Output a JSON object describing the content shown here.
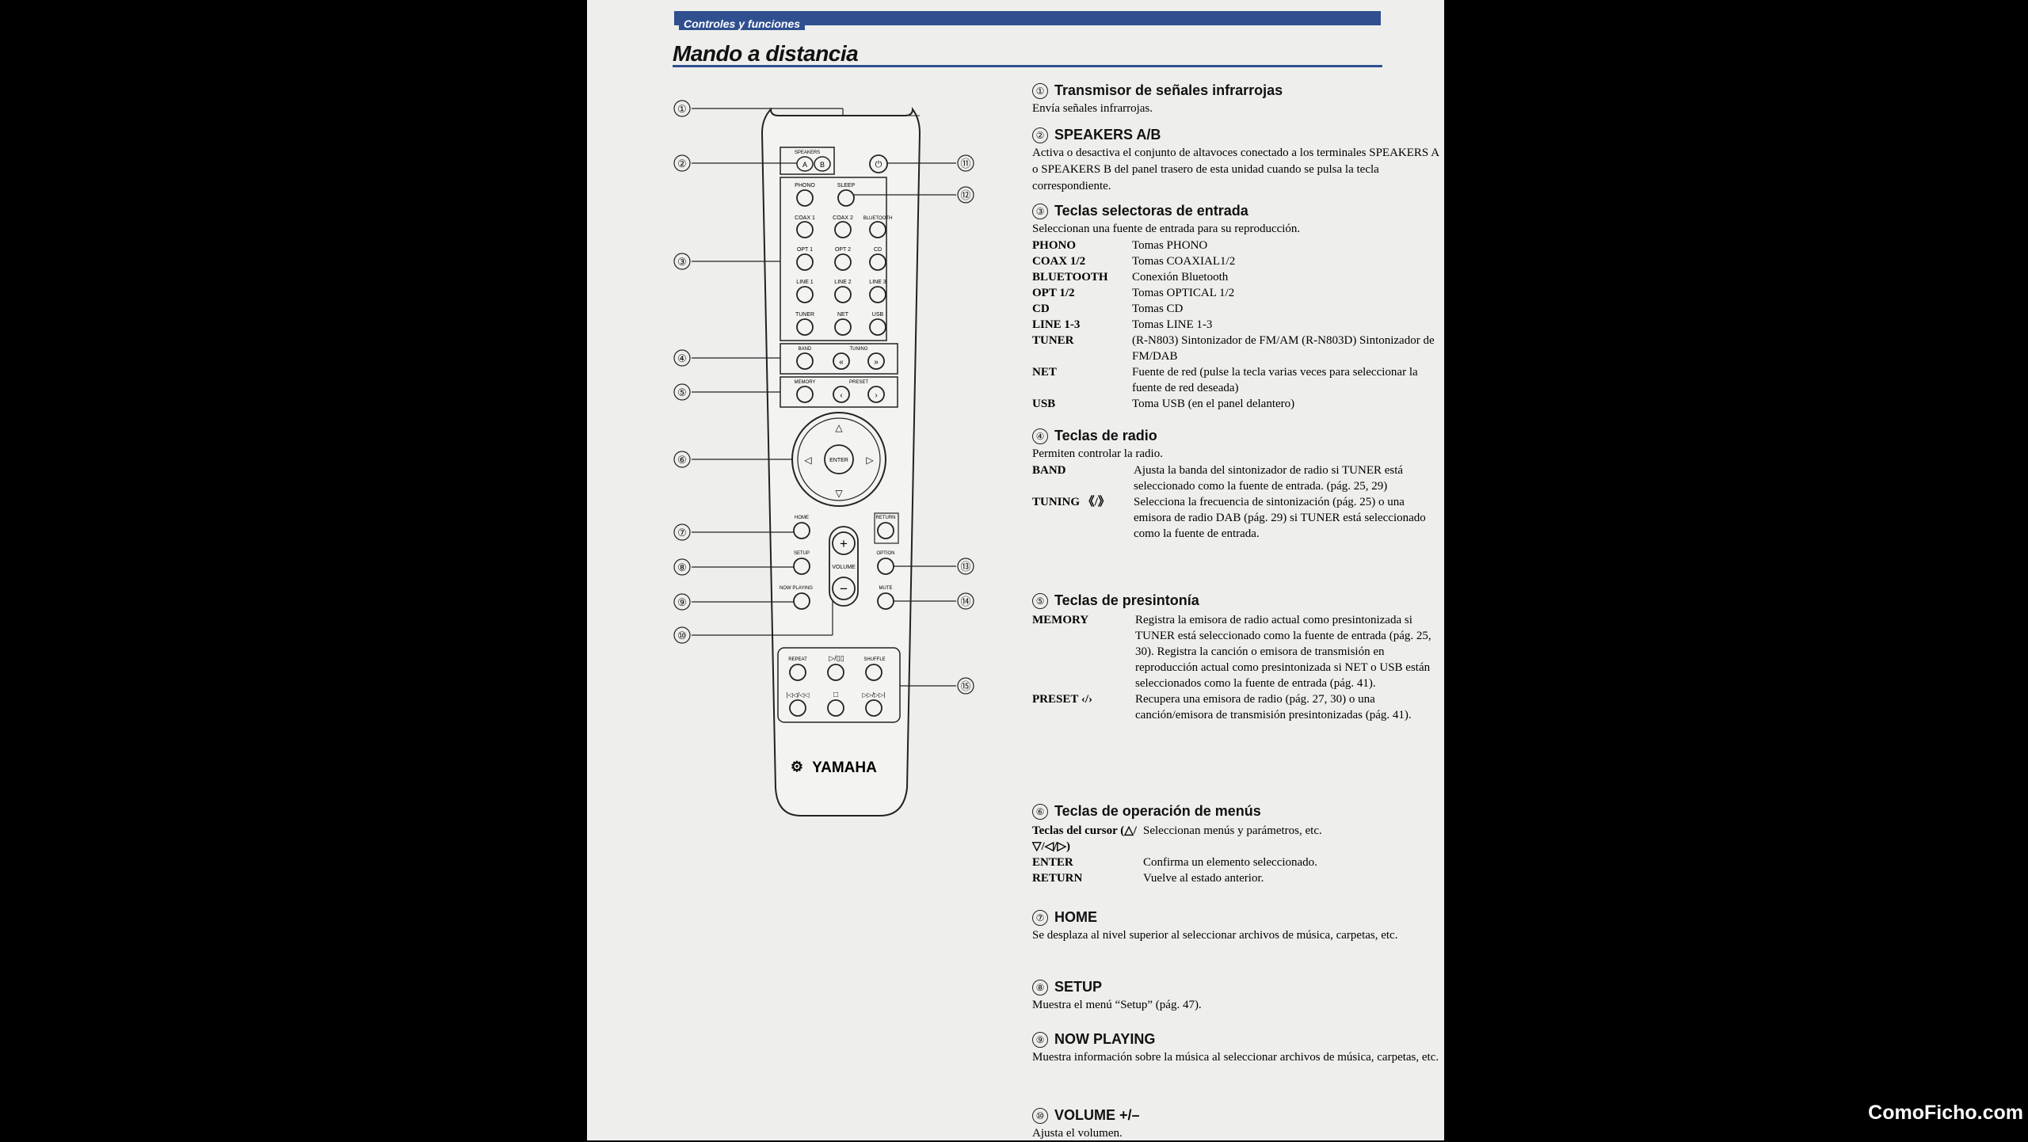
{
  "header": {
    "section": "Controles y funciones",
    "title": "Mando a distancia"
  },
  "remote": {
    "callouts": [
      "①",
      "②",
      "③",
      "④",
      "⑤",
      "⑥",
      "⑦",
      "⑧",
      "⑨",
      "⑩",
      "⑪",
      "⑫",
      "⑬",
      "⑭",
      "⑮"
    ],
    "speakers_label": "SPEAKERS",
    "speaker_a": "A",
    "speaker_b": "B",
    "inputs": [
      "PHONO",
      "COAX 1",
      "COAX 2",
      "BLUETOOTH",
      "OPT 1",
      "OPT 2",
      "CD",
      "LINE 1",
      "LINE 2",
      "LINE 3",
      "TUNER",
      "NET",
      "USB"
    ],
    "sleep": "SLEEP",
    "band": "BAND",
    "tuning": "TUNING",
    "memory": "MEMORY",
    "preset": "PRESET",
    "enter": "ENTER",
    "home": "HOME",
    "return": "RETURN",
    "setup": "SETUP",
    "option": "OPTION",
    "now_playing": "NOW PLAYING",
    "mute": "MUTE",
    "volume": "VOLUME",
    "repeat": "REPEAT",
    "play_pause": "▷/▯▯",
    "shuffle": "SHUFFLE",
    "prev": "|◁◁/◁◁",
    "stop": "□",
    "next": "▷▷/▷▷|",
    "brand": "YAMAHA"
  },
  "sections": {
    "s1": {
      "num": "①",
      "title": "Transmisor de señales infrarrojas",
      "text": "Envía señales infrarrojas."
    },
    "s2": {
      "num": "②",
      "title": "SPEAKERS A/B",
      "text": "Activa o desactiva el conjunto de altavoces conectado a los terminales SPEAKERS A o SPEAKERS B del panel trasero de esta unidad cuando se pulsa la tecla correspondiente."
    },
    "s3": {
      "num": "③",
      "title": "Teclas selectoras de entrada",
      "text": "Seleccionan una fuente de entrada para su reproducción.",
      "rows": [
        {
          "k": "PHONO",
          "v": "Tomas PHONO"
        },
        {
          "k": "COAX 1/2",
          "v": "Tomas COAXIAL1/2"
        },
        {
          "k": "BLUETOOTH",
          "v": "Conexión Bluetooth"
        },
        {
          "k": "OPT 1/2",
          "v": "Tomas OPTICAL 1/2"
        },
        {
          "k": "CD",
          "v": "Tomas CD"
        },
        {
          "k": "LINE 1-3",
          "v": "Tomas LINE 1-3"
        },
        {
          "k": "TUNER",
          "v": "(R-N803) Sintonizador de FM/AM (R-N803D) Sintonizador de FM/DAB"
        },
        {
          "k": "NET",
          "v": "Fuente de red (pulse la tecla varias veces para seleccionar la fuente de red deseada)"
        },
        {
          "k": "USB",
          "v": "Toma USB (en el panel delantero)"
        }
      ]
    },
    "s4": {
      "num": "④",
      "title": "Teclas de radio",
      "text": "Permiten controlar la radio.",
      "rows": [
        {
          "k": "BAND",
          "v": "Ajusta la banda del sintonizador de radio si TUNER está seleccionado como la fuente de entrada. (pág. 25, 29)"
        },
        {
          "k": "TUNING 《/》",
          "v": "Selecciona la frecuencia de sintonización (pág. 25) o una emisora de radio DAB (pág. 29) si TUNER está seleccionado como la fuente de entrada."
        }
      ]
    },
    "s5": {
      "num": "⑤",
      "title": "Teclas de presintonía",
      "rows": [
        {
          "k": "MEMORY",
          "v": "Registra la emisora de radio actual como presintonizada si TUNER está seleccionado como la fuente de entrada (pág. 25, 30). Registra la canción o emisora de transmisión en reproducción actual como presintonizada si NET o USB están seleccionados como la fuente de entrada (pág. 41)."
        },
        {
          "k": "PRESET ‹/›",
          "v": "Recupera una emisora de radio (pág. 27, 30) o una canción/emisora de transmisión presintonizadas (pág. 41)."
        }
      ]
    },
    "s6": {
      "num": "⑥",
      "title": "Teclas de operación de menús",
      "rows": [
        {
          "k": "Teclas del cursor (△/▽/◁/▷)",
          "v": "Seleccionan menús y parámetros, etc."
        },
        {
          "k": "ENTER",
          "v": "Confirma un elemento seleccionado."
        },
        {
          "k": "RETURN",
          "v": "Vuelve al estado anterior."
        }
      ]
    },
    "s7": {
      "num": "⑦",
      "title": "HOME",
      "text": "Se desplaza al nivel superior al seleccionar archivos de música, carpetas, etc."
    },
    "s8": {
      "num": "⑧",
      "title": "SETUP",
      "text": "Muestra el menú “Setup” (pág. 47)."
    },
    "s9": {
      "num": "⑨",
      "title": "NOW PLAYING",
      "text": "Muestra información sobre la música al seleccionar archivos de música, carpetas, etc."
    },
    "s10": {
      "num": "⑩",
      "title": "VOLUME +/–",
      "text": "Ajusta el volumen."
    }
  },
  "watermark": "ComoFicho.com"
}
